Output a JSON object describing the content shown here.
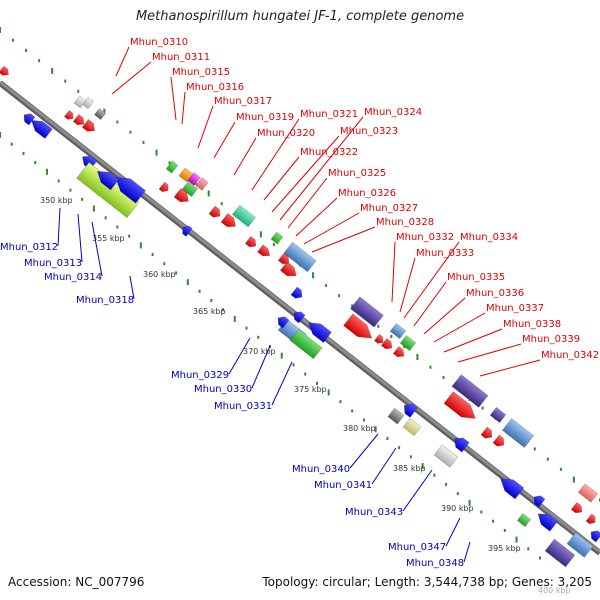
{
  "title": "Methanospirillum hungatei JF-1, complete genome",
  "footer": {
    "accession": "Accession: NC_007796",
    "topology": "Topology: circular; Length: 3,544,738 bp; Genes: 3,205"
  },
  "colors": {
    "backbone": "#8c8c8c",
    "ruler_dots": "#2e8b2e",
    "forward_label": "#e00000",
    "reverse_label": "#0000c0",
    "scale_label": "#333333"
  },
  "scale_labels": [
    "350 kbp",
    "355 kbp",
    "360 kbp",
    "365 kbp",
    "370 kbp",
    "375 kbp",
    "380 kbp",
    "385 kbp",
    "390 kbp",
    "395 kbp",
    "400 kbp"
  ],
  "forward_genes": [
    "Mhun_0310",
    "Mhun_0311",
    "Mhun_0315",
    "Mhun_0316",
    "Mhun_0317",
    "Mhun_0319",
    "Mhun_0320",
    "Mhun_0321",
    "Mhun_0322",
    "Mhun_0323",
    "Mhun_0324",
    "Mhun_0325",
    "Mhun_0326",
    "Mhun_0327",
    "Mhun_0328",
    "Mhun_0332",
    "Mhun_0333",
    "Mhun_0334",
    "Mhun_0335",
    "Mhun_0336",
    "Mhun_0337",
    "Mhun_0338",
    "Mhun_0339",
    "Mhun_0342"
  ],
  "reverse_genes": [
    "Mhun_0312",
    "Mhun_0313",
    "Mhun_0314",
    "Mhun_0318",
    "Mhun_0329",
    "Mhun_0330",
    "Mhun_0331",
    "Mhun_0340",
    "Mhun_0341",
    "Mhun_0343",
    "Mhun_0347",
    "Mhun_0348"
  ]
}
